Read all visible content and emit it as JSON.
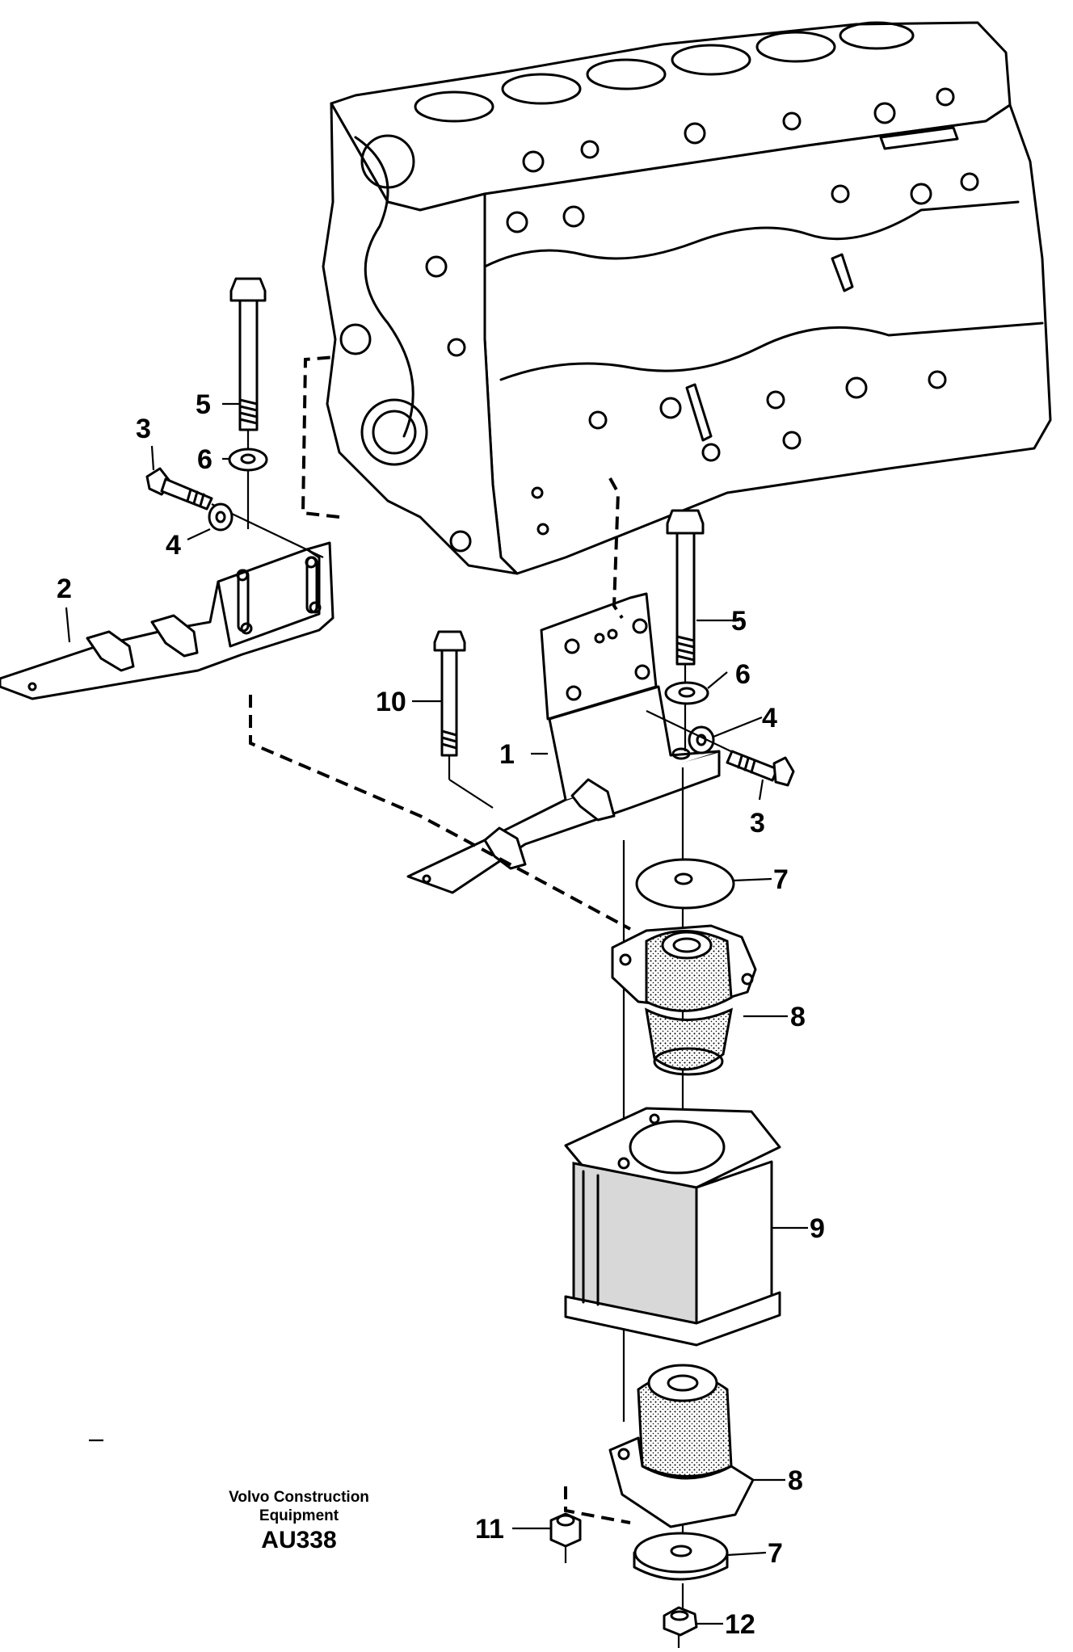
{
  "brand": {
    "line1": "Volvo Construction",
    "line2": "Equipment",
    "code": "AU338"
  },
  "callouts": {
    "c1": "1",
    "c2": "2",
    "c3_left": "3",
    "c3_right": "3",
    "c4_left": "4",
    "c4_right": "4",
    "c5_left": "5",
    "c5_right": "5",
    "c6_left": "6",
    "c6_right": "6",
    "c7_upper": "7",
    "c7_lower": "7",
    "c8_upper": "8",
    "c8_lower": "8",
    "c9": "9",
    "c10": "10",
    "c11": "11",
    "c12": "12"
  }
}
